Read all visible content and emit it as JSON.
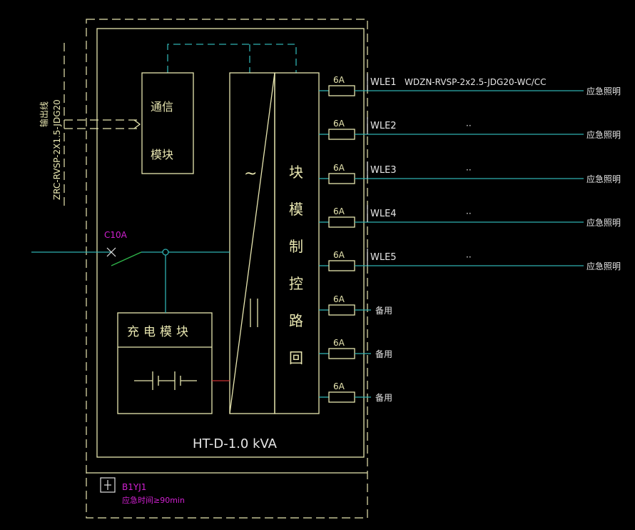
{
  "panel": {
    "model_label": "HT-D-1.0 kVA",
    "comm_module_line1": "通信",
    "comm_module_line2": "模块",
    "charge_module_label": "充电模块",
    "inverter_symbol_ac": "~",
    "inverter_symbol_dc": "=",
    "loop_control_chars": [
      "回",
      "路",
      "控",
      "制",
      "模",
      "块"
    ]
  },
  "incoming": {
    "breaker_label": "C10A",
    "comm_cable_label": "ZRC-RVSP-2X1.5-JDG20",
    "comm_cable_tag": "输出线"
  },
  "outputs": [
    {
      "fuse": "6A",
      "circuit": "WLE1",
      "cable": "WDZN-RVSP-2x2.5-JDG20-WC/CC",
      "load": "应急照明"
    },
    {
      "fuse": "6A",
      "circuit": "WLE2",
      "cable": "··",
      "load": "应急照明"
    },
    {
      "fuse": "6A",
      "circuit": "WLE3",
      "cable": "··",
      "load": "应急照明"
    },
    {
      "fuse": "6A",
      "circuit": "WLE4",
      "cable": "··",
      "load": "应急照明"
    },
    {
      "fuse": "6A",
      "circuit": "WLE5",
      "cable": "··",
      "load": "应急照明"
    },
    {
      "fuse": "6A",
      "circuit": "",
      "cable": "",
      "load": "备用"
    },
    {
      "fuse": "6A",
      "circuit": "",
      "cable": "",
      "load": "备用"
    },
    {
      "fuse": "6A",
      "circuit": "",
      "cable": "",
      "load": "备用"
    }
  ],
  "footer": {
    "box_id": "B1YJ1",
    "duration": "应急时间≥90min",
    "symbol_icon": "distribution-box-symbol-icon"
  },
  "colors": {
    "background": "#000000",
    "frame": "#e8e6b0",
    "wire": "#2fb0b0",
    "switch": "#2fb54a",
    "annotation": "#d020d0",
    "link": "#c83030"
  }
}
